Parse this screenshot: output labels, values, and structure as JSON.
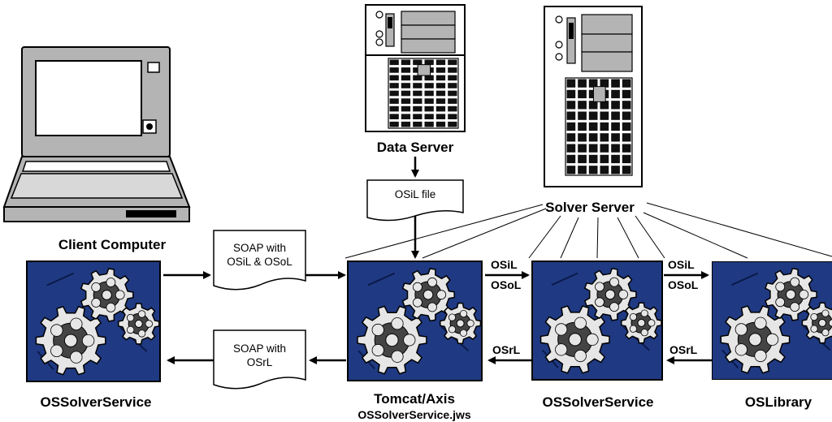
{
  "nodes": {
    "client_computer": {
      "label": "Client Computer"
    },
    "data_server": {
      "label": "Data Server"
    },
    "solver_server": {
      "label": "Solver Server"
    },
    "client_service": {
      "label": "OSSolverService",
      "icon": "gears-icon"
    },
    "tomcat": {
      "label": "Tomcat/Axis",
      "sublabel": "OSSolverService.jws",
      "icon": "gears-icon"
    },
    "solver_service": {
      "label": "OSSolverService",
      "icon": "gears-icon"
    },
    "oslibrary": {
      "label": "OSLibrary",
      "icon": "gears-icon"
    }
  },
  "documents": {
    "soap_request": {
      "line1": "SOAP with",
      "line2": "OSiL & OSoL"
    },
    "soap_response": {
      "line1": "SOAP with",
      "line2": "OSrL"
    },
    "osil_file": {
      "line1": "OSiL file"
    }
  },
  "edge_labels": {
    "tomcat_to_solver_top": "OSiL",
    "tomcat_to_solver_bottom": "OSoL",
    "solver_to_tomcat": "OSrL",
    "solver_to_lib_top": "OSiL",
    "solver_to_lib_bottom": "OSoL",
    "lib_to_solver": "OSrL"
  },
  "colors": {
    "box_fill": "#1f3a82",
    "box_border": "#000000",
    "gear_fill": "#e6e6e6",
    "hardware_fill": "#b4b4b4",
    "screen_fill": "#ffffff"
  }
}
